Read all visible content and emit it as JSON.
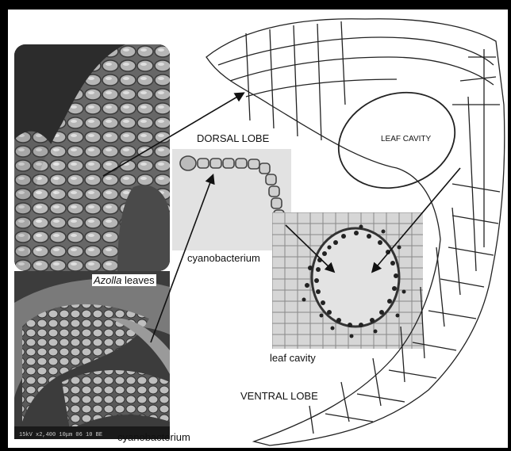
{
  "labels": {
    "dorsal_lobe": "DORSAL LOBE",
    "ventral_lobe": "VENTRAL LOBE",
    "leaf_cavity_caps": "LEAF CAVITY",
    "azolla_italic": "Azolla",
    "azolla_rest": " leaves",
    "cyanobacterium_middle": "cyanobacterium",
    "leaf_cavity_lower": "leaf cavity",
    "cyanobacterium_bottom": "cyanobacterium",
    "sem_scale": "15kV   x2,400   10μm   06 10 BE"
  },
  "colors": {
    "frame": "#000000",
    "background": "#ffffff",
    "drawing_line": "#222222",
    "photo_gray_dark": "#3a3a3a",
    "photo_gray_light": "#c8c8c8",
    "micrograph_bg": "#e6e6e6"
  }
}
